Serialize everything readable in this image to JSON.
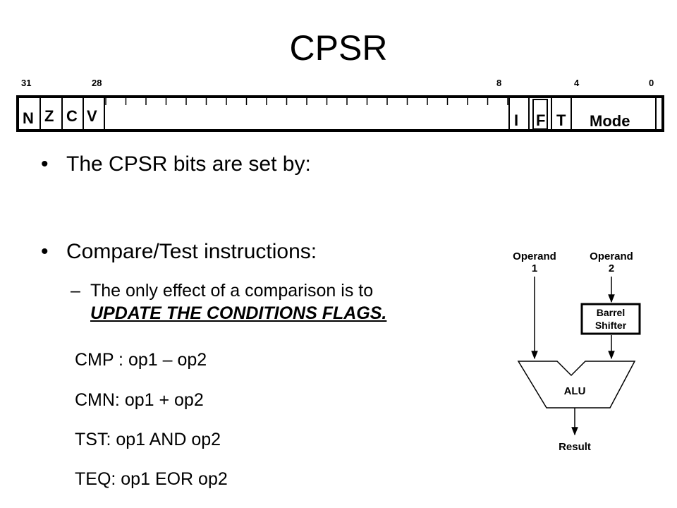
{
  "title": "CPSR",
  "register": {
    "bit_labels": [
      "31",
      "28",
      "8",
      "4",
      "0"
    ],
    "flags": [
      "N",
      "Z",
      "C",
      "V"
    ],
    "control": [
      "I",
      "F",
      "T"
    ],
    "mode": "Mode"
  },
  "bullets": [
    {
      "text": "The CPSR bits are set by:"
    },
    {
      "text": "Compare/Test instructions:"
    }
  ],
  "sub": {
    "line1": "The only effect of a comparison is to",
    "line2": "UPDATE THE CONDITIONS FLAGS."
  },
  "instructions": [
    "CMP : op1 – op2",
    "CMN: op1 + op2",
    "TST: op1 AND op2",
    "TEQ: op1 EOR op2"
  ],
  "alu_diagram": {
    "operand1_line1": "Operand",
    "operand1_line2": "1",
    "operand2_line1": "Operand",
    "operand2_line2": "2",
    "barrel_line1": "Barrel",
    "barrel_line2": "Shifter",
    "alu": "ALU",
    "result": "Result"
  }
}
